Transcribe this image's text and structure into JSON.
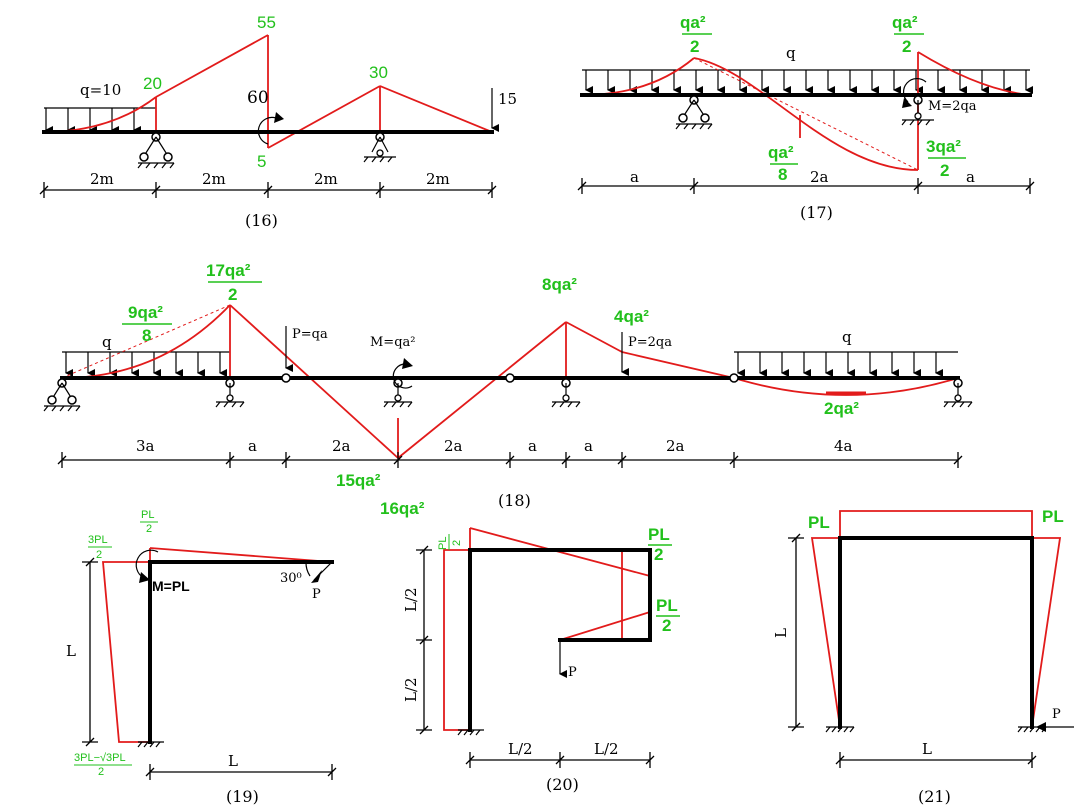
{
  "colors": {
    "moment": "#e21b1b",
    "value": "#22c01c",
    "structure": "#000000"
  },
  "fig16": {
    "caption": "(16)",
    "load": "q=10",
    "values": [
      "20",
      "55",
      "60",
      "5",
      "30",
      "15"
    ],
    "spans": [
      "2m",
      "2m",
      "2m",
      "2m"
    ]
  },
  "fig17": {
    "caption": "(17)",
    "load": "q",
    "moment_label": "M=2qa",
    "values": [
      {
        "num": "qa²",
        "den": "2"
      },
      {
        "num": "qa²",
        "den": "2"
      },
      {
        "num": "qa²",
        "den": "8"
      },
      {
        "num": "3qa²",
        "den": "2"
      }
    ],
    "spans": [
      "a",
      "2a",
      "a"
    ]
  },
  "fig18": {
    "caption": "(18)",
    "load_left": "q",
    "load_right": "q",
    "p1": "P=qa",
    "m": "M=qa²",
    "p2": "P=2qa",
    "values": [
      {
        "num": "9qa²",
        "den": "8"
      },
      {
        "num": "17qa²",
        "den": "2"
      },
      "8qa²",
      "4qa²",
      "15qa²",
      "16qa²",
      "2qa²"
    ],
    "spans": [
      "3a",
      "a",
      "2a",
      "2a",
      "a",
      "a",
      "2a",
      "4a"
    ]
  },
  "fig19": {
    "caption": "(19)",
    "moment_label": "M=PL",
    "angle": "30⁰",
    "p": "P",
    "len_v": "L",
    "len_h": "L",
    "values": [
      {
        "num": "3PL",
        "den": "2"
      },
      {
        "num": "PL",
        "den": "2"
      },
      {
        "num": "3PL−√3PL",
        "den": "2"
      }
    ]
  },
  "fig20": {
    "caption": "(20)",
    "p": "P",
    "len_v": [
      "L/2",
      "L/2"
    ],
    "len_h": [
      "L/2",
      "L/2"
    ],
    "values": [
      {
        "num": "PL",
        "den": "2"
      },
      {
        "num": "PL",
        "den": "2"
      },
      {
        "num": "PL",
        "den": "2"
      }
    ]
  },
  "fig21": {
    "caption": "(21)",
    "p": "P",
    "len_v": "L",
    "len_h": "L",
    "values": [
      "PL",
      "PL"
    ]
  }
}
